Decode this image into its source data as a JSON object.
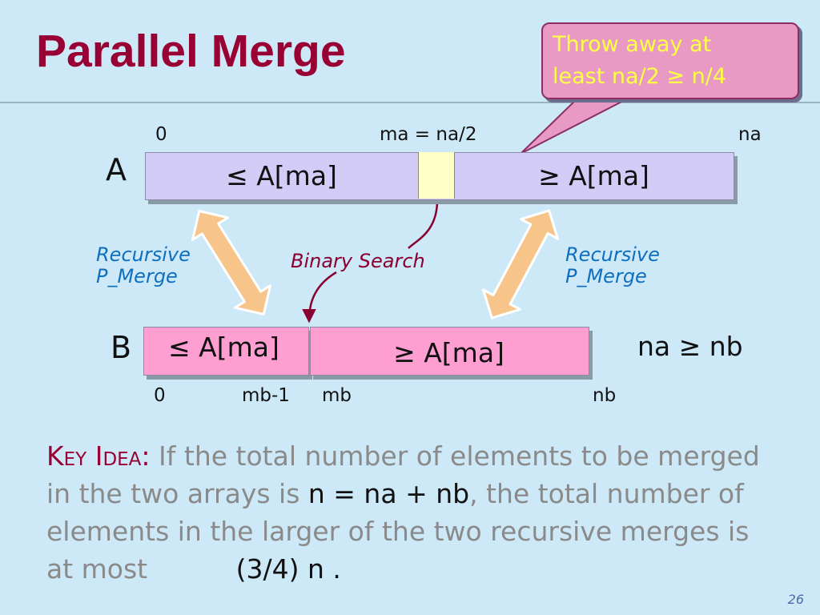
{
  "slide": {
    "title": "Parallel Merge",
    "page_number": "26"
  },
  "callout": {
    "line1": "Throw away at",
    "line2": "least na/2 ≥ n/4"
  },
  "array_a": {
    "name": "A",
    "index_start": "0",
    "index_mid": "ma = na/2",
    "index_end": "na",
    "left_cell": "≤ A[ma]",
    "mid_cell": "",
    "right_cell": "≥ A[ma]"
  },
  "array_b": {
    "name": "B",
    "index_start": "0",
    "index_mb_minus_1": "mb-1",
    "index_mb": "mb",
    "index_end": "nb",
    "left_cell": "≤ A[ma]",
    "right_cell": "≥ A[ma]"
  },
  "labels": {
    "recursive_left_line1": "Recursive",
    "recursive_left_line2": "P_Merge",
    "recursive_right_line1": "Recursive",
    "recursive_right_line2": "P_Merge",
    "binary_search": "Binary Search",
    "size_relation": "na ≥ nb"
  },
  "key_idea": {
    "keyword": "Key Idea:",
    "text1": " If the total number of elements to be merged in the two arrays is ",
    "formula1": "n = na + nb",
    "text2": ", the total number of elements in the larger of the two recursive merges is at most ",
    "formula2": "(3/4) n",
    "text3": " ."
  },
  "colors": {
    "title": "#990033",
    "background": "#cde9f7",
    "array_a_fill": "#d3ccf7",
    "array_a_pivot_fill": "#ffffc8",
    "array_b_fill": "#ff9ed0",
    "callout_fill": "#e89ac4",
    "callout_text": "#ffff44",
    "recursive_label": "#0f6fbf",
    "binary_search_label": "#8a0030",
    "double_arrow": "#f7c58a"
  }
}
